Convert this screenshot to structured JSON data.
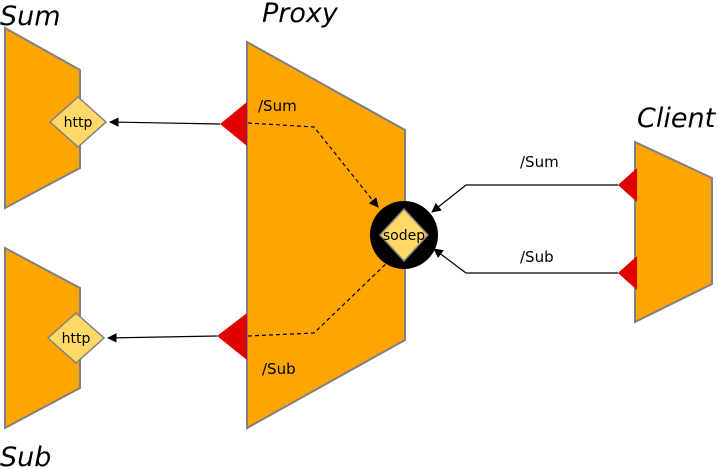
{
  "nodes": {
    "sum": {
      "title": "Sum",
      "port_label": "http"
    },
    "sub": {
      "title": "Sub",
      "port_label": "http"
    },
    "proxy": {
      "title": "Proxy",
      "port_label": "sodep",
      "route_top": "/Sum",
      "route_bottom": "/Sub"
    },
    "client": {
      "title": "Client"
    }
  },
  "edges": {
    "client_to_proxy_sum": "/Sum",
    "client_to_proxy_sub": "/Sub"
  },
  "colors": {
    "service_fill": "#FFA500",
    "service_stroke": "#808080",
    "port_fill": "#FFD966",
    "outbound_port": "#E00000",
    "inbound_port": "#000000"
  }
}
